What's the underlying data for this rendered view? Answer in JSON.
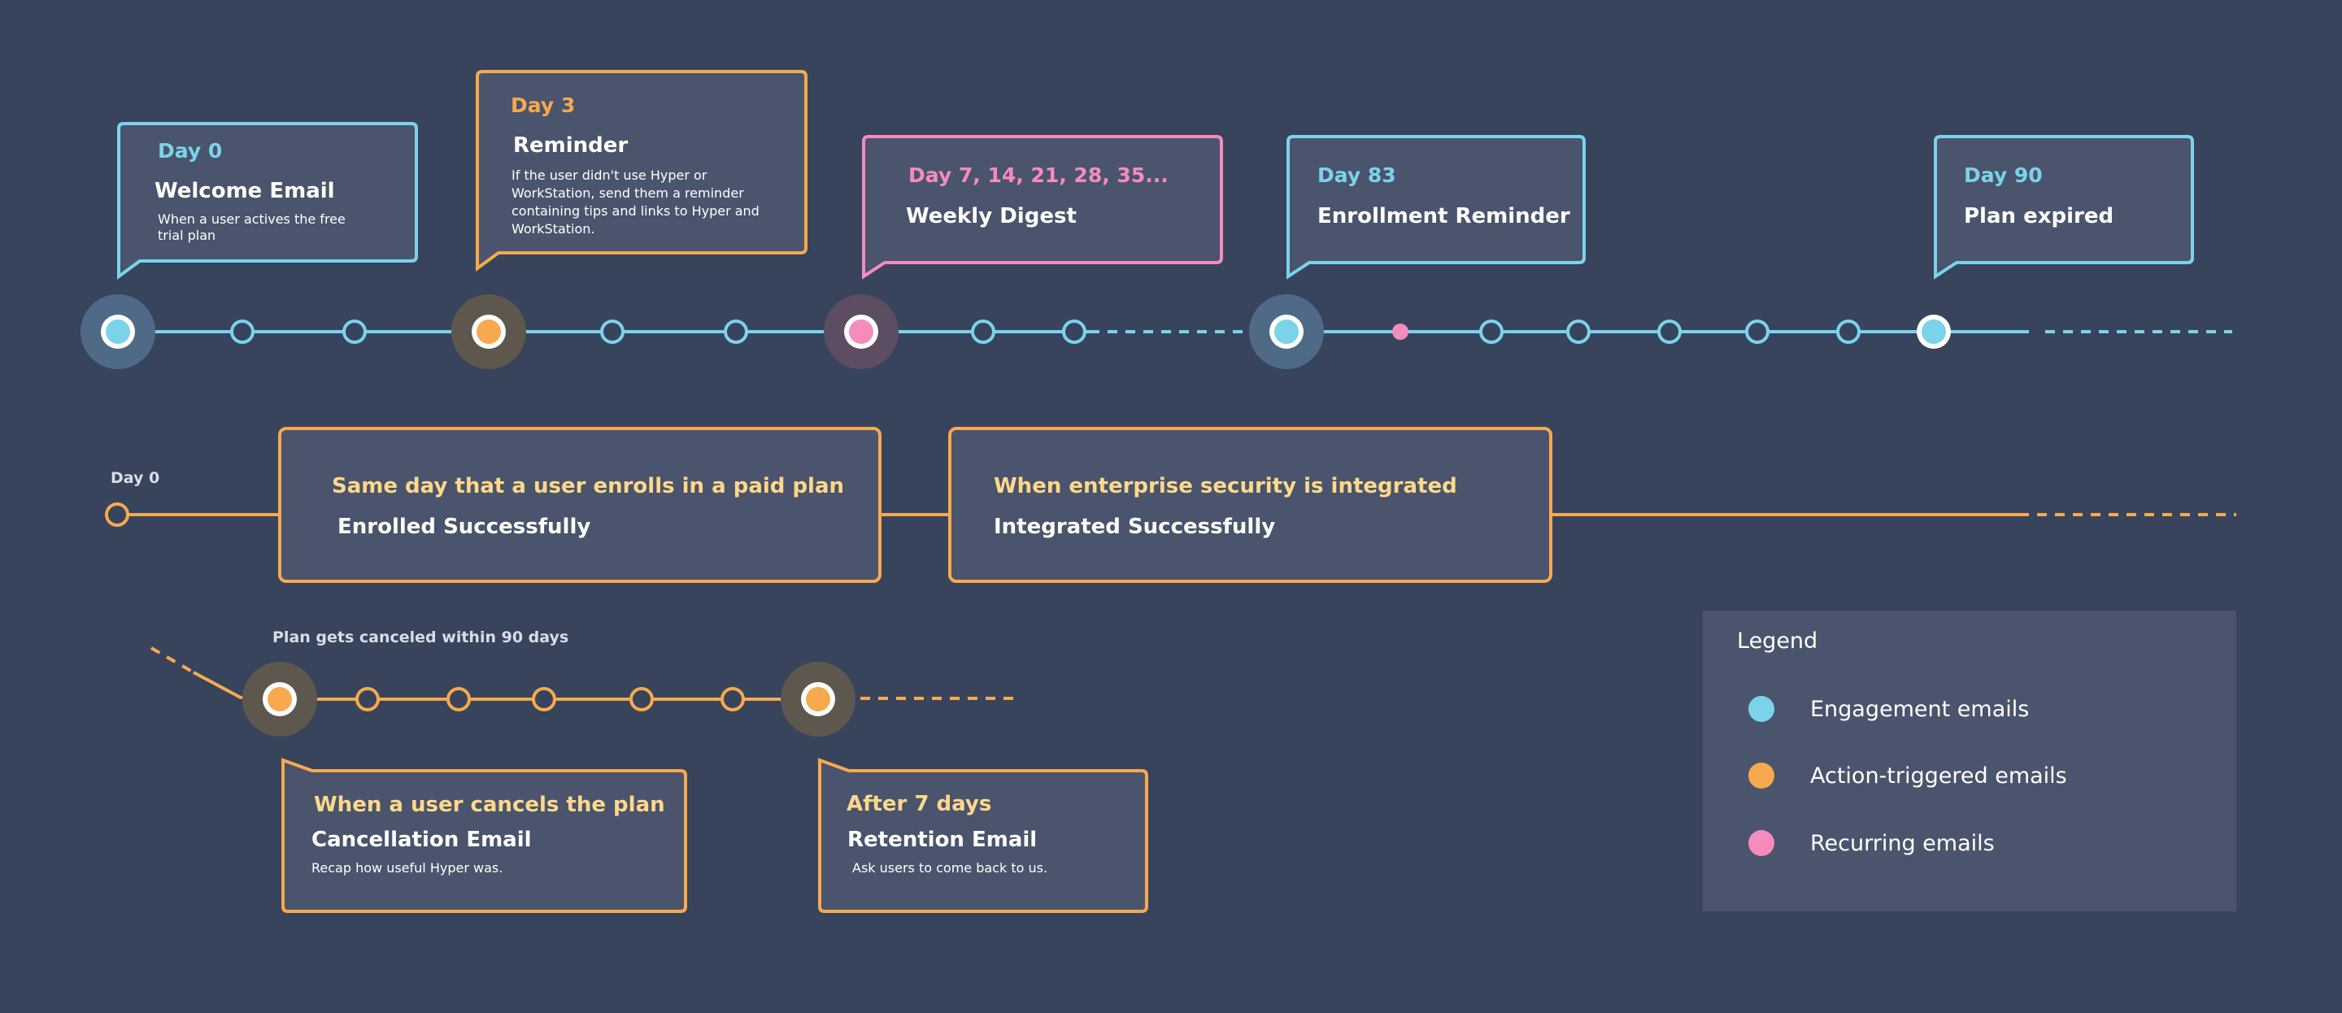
{
  "colors": {
    "background": "#38435c",
    "engagement": "#7bd3ea",
    "action": "#f6a94e",
    "recurring": "#f58cbc",
    "box_fill": "#4a546c",
    "yellow_text": "#ffd88a"
  },
  "engagement_track": {
    "callouts": [
      {
        "day": "Day 0",
        "title": "Welcome Email",
        "desc": "When a user actives the free trial plan"
      },
      {
        "day": "Day 3",
        "title": "Reminder",
        "desc": "If the user didn't use Hyper or WorkStation, send them a reminder containing tips and links to Hyper and WorkStation."
      },
      {
        "day": "Day 7, 14, 21, 28, 35...",
        "title": "Weekly Digest",
        "desc": ""
      },
      {
        "day": "Day 83",
        "title": "Enrollment Reminder",
        "desc": ""
      },
      {
        "day": "Day 90",
        "title": "Plan expired",
        "desc": ""
      }
    ]
  },
  "enrollment_track": {
    "start_label": "Day 0",
    "boxes": [
      {
        "trigger": "Same day that a user enrolls in a paid plan",
        "title": "Enrolled Successfully"
      },
      {
        "trigger": "When enterprise security is integrated",
        "title": "Integrated Successfully"
      }
    ]
  },
  "cancellation_track": {
    "label": "Plan gets canceled within 90 days",
    "callouts": [
      {
        "trigger": "When a user cancels the plan",
        "title": "Cancellation Email",
        "desc": "Recap how useful Hyper was."
      },
      {
        "trigger": "After 7 days",
        "title": "Retention Email",
        "desc": "Ask users to come back to us."
      }
    ]
  },
  "legend": {
    "title": "Legend",
    "items": [
      {
        "label": "Engagement emails",
        "color": "#7bd3ea"
      },
      {
        "label": "Action-triggered emails",
        "color": "#f6a94e"
      },
      {
        "label": "Recurring emails",
        "color": "#f58cbc"
      }
    ]
  }
}
